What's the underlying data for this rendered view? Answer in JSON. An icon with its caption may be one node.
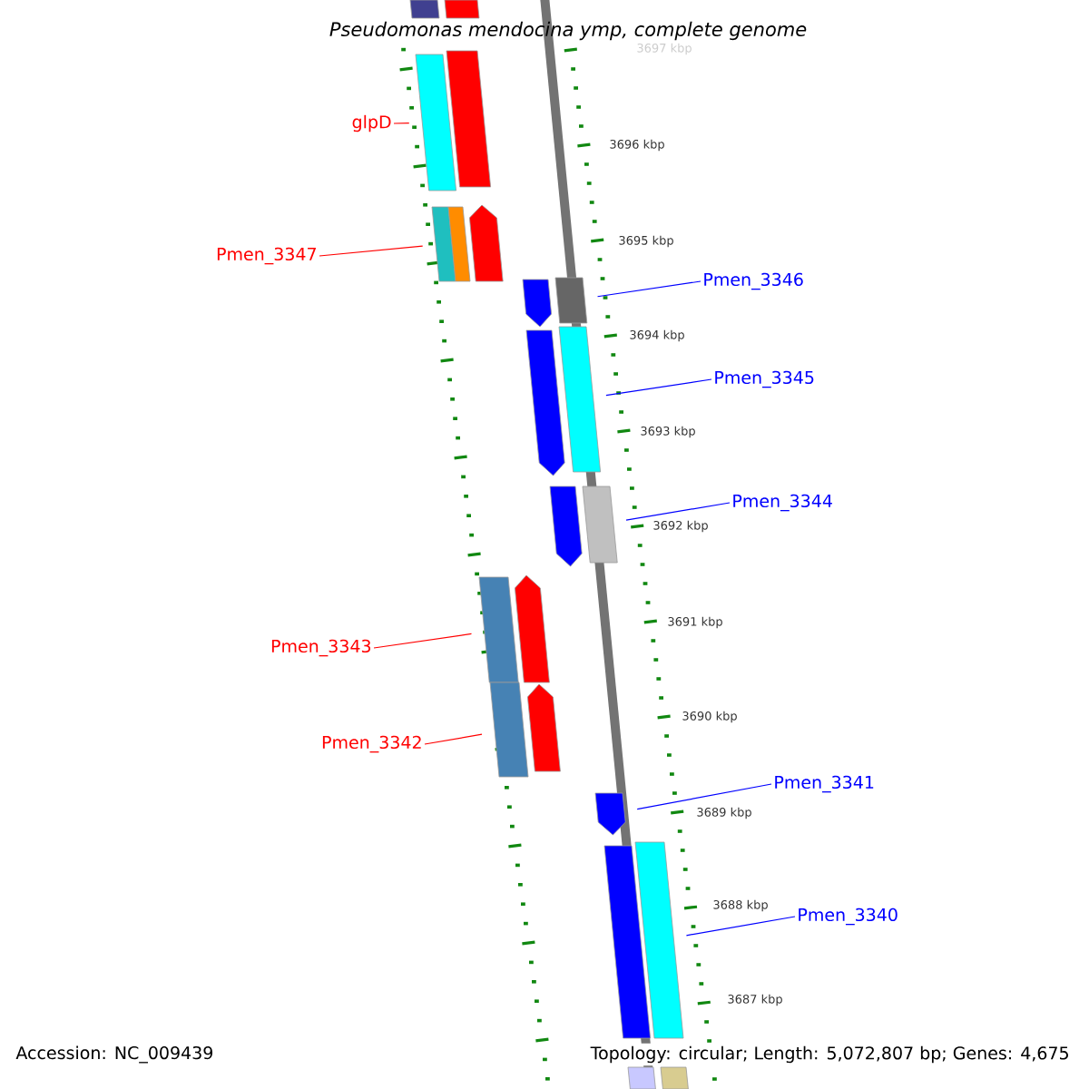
{
  "diagram": {
    "title": "Pseudomonas mendocina ymp, complete genome",
    "nodes": [
      {
        "text": [
          "glpD"
        ]
      },
      {
        "text": [
          "Pmen_3347"
        ]
      },
      {
        "text": [
          "Pmen_3346"
        ]
      },
      {
        "text": [
          "Pmen_3345"
        ]
      },
      {
        "text": [
          "Pmen_3344"
        ]
      },
      {
        "text": [
          "Pmen_3343"
        ]
      },
      {
        "text": [
          "Pmen_3342"
        ]
      },
      {
        "text": [
          "Pmen_3341"
        ]
      },
      {
        "text": [
          "Pmen_3340"
        ]
      },
      {
        "text": [],
        "shape": "bar"
      },
      {
        "text": [],
        "shape": "bar"
      },
      {
        "text": [],
        "shape": "bar"
      },
      {
        "text": [],
        "shape": "bar"
      },
      {
        "text": [],
        "shape": "bar"
      },
      {
        "text": [],
        "shape": "bar"
      },
      {
        "text": [],
        "shape": "arrow"
      },
      {
        "text": [],
        "shape": "arrow"
      },
      {
        "text": [],
        "shape": "bar"
      },
      {
        "text": [],
        "shape": "arrow"
      },
      {
        "text": [],
        "shape": "bar"
      },
      {
        "text": [],
        "shape": "arrow"
      },
      {
        "text": [],
        "shape": "bar"
      },
      {
        "text": [],
        "shape": "bar"
      },
      {
        "text": [],
        "shape": "arrow"
      },
      {
        "text": [],
        "shape": "bar"
      },
      {
        "text": [],
        "shape": "arrow"
      },
      {
        "text": [],
        "shape": "arrow"
      },
      {
        "text": [],
        "shape": "bar"
      },
      {
        "text": [],
        "shape": "bar"
      },
      {
        "text": [],
        "shape": "bar"
      },
      {
        "text": [],
        "shape": "bar"
      }
    ],
    "edges": [
      {
        "from": 0,
        "to": 11,
        "arrow": "none",
        "color": "#ff0000"
      },
      {
        "from": 1,
        "to": 13,
        "arrow": "none",
        "color": "#ff0000"
      },
      {
        "from": 2,
        "to": 17,
        "arrow": "none"
      },
      {
        "from": 3,
        "to": 19,
        "arrow": "none"
      },
      {
        "from": 4,
        "to": 21,
        "arrow": "none"
      },
      {
        "from": 5,
        "to": 22,
        "arrow": "none",
        "color": "#ff0000"
      },
      {
        "from": 6,
        "to": 24,
        "arrow": "none",
        "color": "#ff0000"
      },
      {
        "from": 7,
        "to": 26,
        "arrow": "none"
      },
      {
        "from": 8,
        "to": 28,
        "arrow": "none"
      }
    ],
    "labels": [
      "3697 kbp",
      "3696 kbp",
      "3695 kbp",
      "3694 kbp",
      "3693 kbp",
      "3692 kbp",
      "3691 kbp",
      "3690 kbp",
      "3689 kbp",
      "3688 kbp",
      "3687 kbp",
      "Accession: NC_009439",
      "Topology: circular; Length: 5,072,807 bp; Genes: 4,675"
    ]
  }
}
